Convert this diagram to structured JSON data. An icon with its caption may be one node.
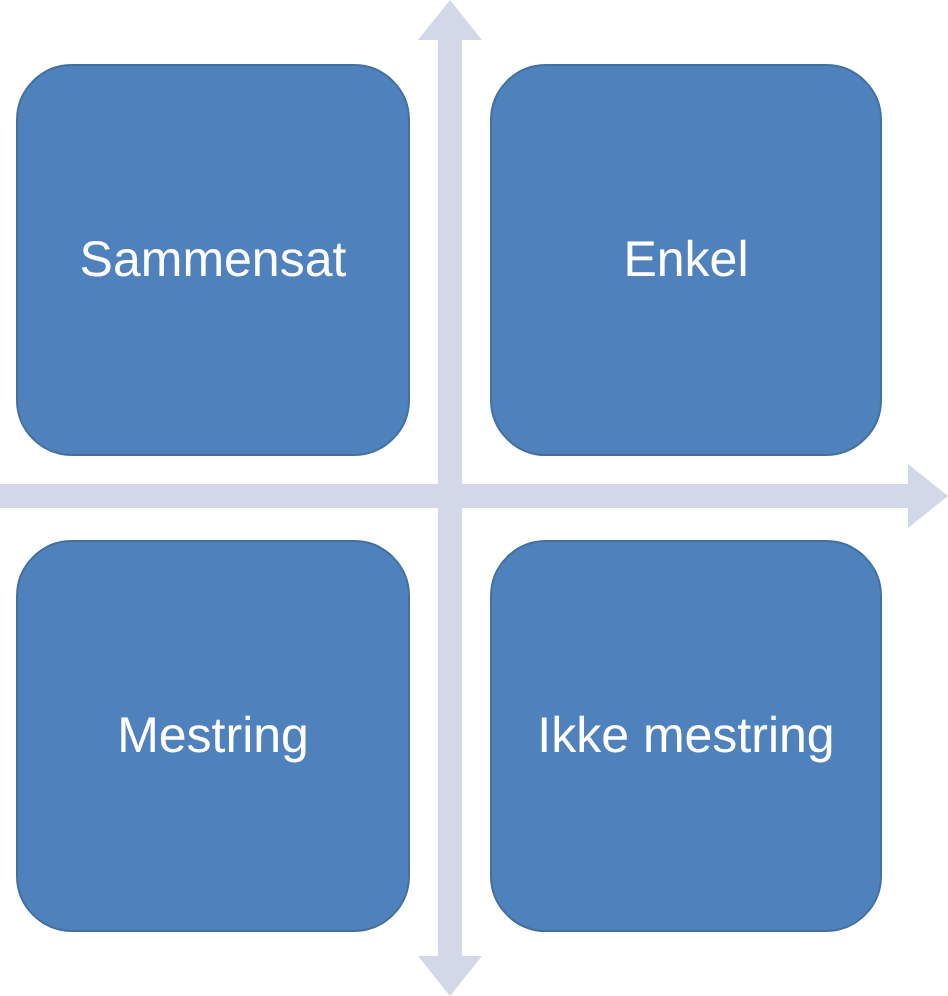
{
  "diagram": {
    "nodes": [
      {
        "text": [
          "Sammensat"
        ]
      },
      {
        "text": [
          "Enkel"
        ]
      },
      {
        "text": [
          "Mestring"
        ]
      },
      {
        "text": [
          "Ikke mestring"
        ]
      }
    ],
    "edges": []
  }
}
